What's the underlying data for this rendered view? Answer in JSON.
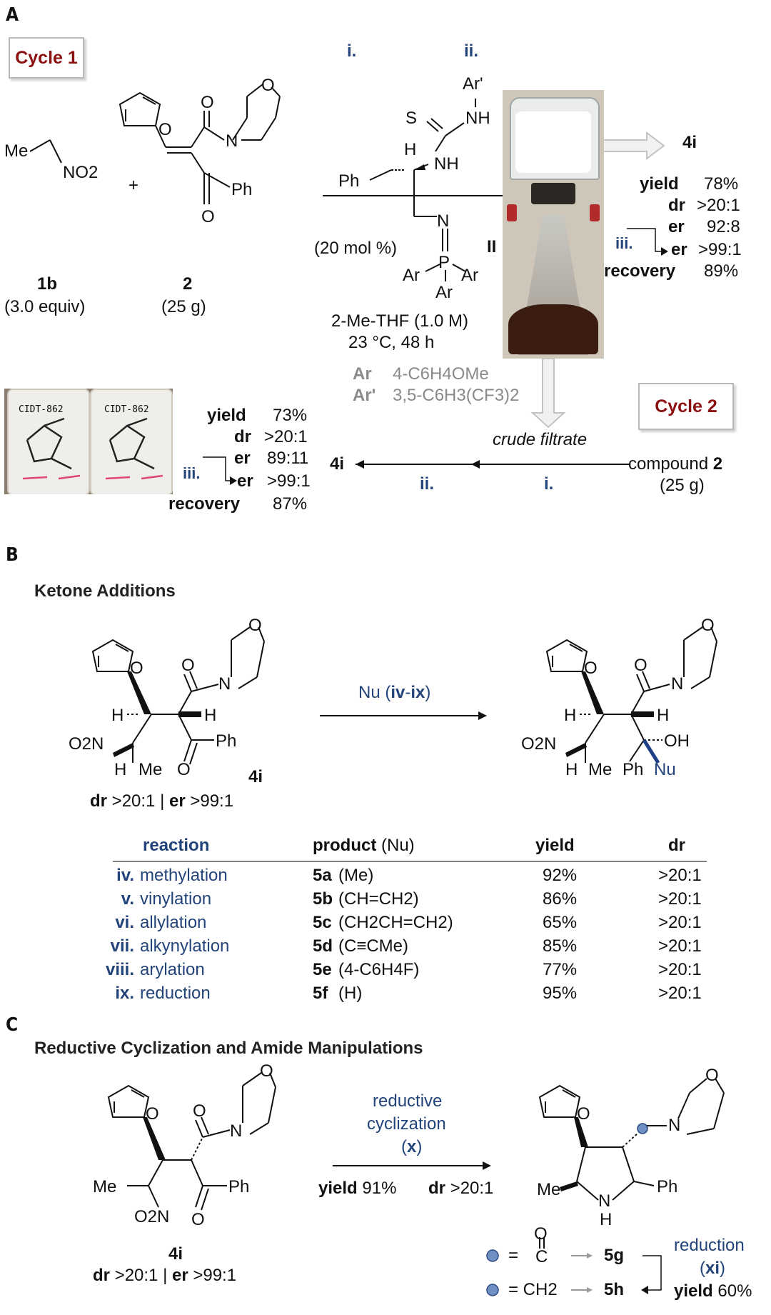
{
  "panels": {
    "a": "A",
    "b": "B",
    "c": "C"
  },
  "cycle1": {
    "label": "Cycle 1",
    "step_i": "i.",
    "step_ii": "ii.",
    "reagent_1b": {
      "me": "Me",
      "no2": "NO2",
      "id": "1b",
      "amount": "(3.0 equiv)"
    },
    "plus": "+",
    "reagent_2": {
      "id": "2",
      "amount": "(25 g)",
      "o_top": "O",
      "n": "N",
      "o_ring": "O",
      "o_bottom": "O",
      "ph": "Ph",
      "o_furan": "O"
    },
    "catalyst": {
      "loading": "(20 mol %)",
      "id": "II",
      "ph": "Ph",
      "h": "H",
      "nh1": "NH",
      "nh2": "NH",
      "s": "S",
      "ar_prime": "Ar'",
      "n": "N",
      "p": "P",
      "ar1": "Ar",
      "ar2": "Ar",
      "ar3": "Ar"
    },
    "conditions": {
      "solvent": "2-Me-THF (1.0 M)",
      "temp": "23 °C, 48 h"
    },
    "ar_def": {
      "ar": "Ar",
      "ar_value": "4-C6H4OMe",
      "arp": "Ar'",
      "arp_value": "3,5-C6H3(CF3)2"
    },
    "product": "4i",
    "results": [
      {
        "k": "yield",
        "v": "78%"
      },
      {
        "k": "dr",
        "v": ">20:1"
      },
      {
        "k": "er",
        "v": "92:8"
      },
      {
        "k": "er",
        "v": ">99:1"
      },
      {
        "k": "recovery",
        "v": "89%"
      }
    ],
    "step_iii": "iii."
  },
  "cycle2": {
    "label": "Cycle 2",
    "crude": "crude filtrate",
    "compound": "compound",
    "compound_id": "2",
    "amount": "(25 g)",
    "step_i": "i.",
    "step_ii": "ii.",
    "product": "4i",
    "step_iii": "iii.",
    "results": [
      {
        "k": "yield",
        "v": "73%"
      },
      {
        "k": "dr",
        "v": ">20:1"
      },
      {
        "k": "er",
        "v": "89:11"
      },
      {
        "k": "er",
        "v": ">99:1"
      },
      {
        "k": "recovery",
        "v": "87%"
      }
    ]
  },
  "photo_label": "Photo of funnel setup",
  "jar_text": "CIDT-862",
  "panel_b": {
    "title": "Ketone Additions",
    "arrow_label_prefix": "Nu (",
    "arrow_label_bold": "iv",
    "arrow_label_mid": "-",
    "arrow_label_bold2": "ix",
    "arrow_label_suffix": ")",
    "start": {
      "id": "4i",
      "dr_label": "dr",
      "dr": ">20:1",
      "sep": "|",
      "er_label": "er",
      "er": ">99:1",
      "h1": "H",
      "h2": "H",
      "h3": "H",
      "o2n": "O2N",
      "me": "Me",
      "o": "O",
      "ph": "Ph",
      "n": "N",
      "o_ring": "O",
      "o_fur": "O"
    },
    "product": {
      "h1": "H",
      "h2": "H",
      "h3": "H",
      "o2n": "O2N",
      "me": "Me",
      "ph": "Ph",
      "nu": "Nu",
      "oh": "OH",
      "n": "N",
      "o": "O",
      "o_ring": "O",
      "o_fur": "O"
    },
    "table": {
      "headers": {
        "reaction": "reaction",
        "product": "product",
        "product_suffix": "(Nu)",
        "yield": "yield",
        "dr": "dr"
      },
      "rows": [
        {
          "num": "iv.",
          "name": "methylation",
          "prod": "5a",
          "nu": "(Me)",
          "yield": "92%",
          "dr": ">20:1"
        },
        {
          "num": "v.",
          "name": "vinylation",
          "prod": "5b",
          "nu": "(CH=CH2)",
          "yield": "86%",
          "dr": ">20:1"
        },
        {
          "num": "vi.",
          "name": "allylation",
          "prod": "5c",
          "nu": "(CH2CH=CH2)",
          "yield": "65%",
          "dr": ">20:1"
        },
        {
          "num": "vii.",
          "name": "alkynylation",
          "prod": "5d",
          "nu": "(C≡CMe)",
          "yield": "85%",
          "dr": ">20:1"
        },
        {
          "num": "viii.",
          "name": "arylation",
          "prod": "5e",
          "nu": "(4-C6H4F)",
          "yield": "77%",
          "dr": ">20:1"
        },
        {
          "num": "ix.",
          "name": "reduction",
          "prod": "5f",
          "nu": "(H)",
          "yield": "95%",
          "dr": ">20:1"
        }
      ]
    }
  },
  "panel_c": {
    "title": "Reductive Cyclization and Amide Manipulations",
    "arrow_top1": "reductive",
    "arrow_top2": "cyclization",
    "arrow_top3_prefix": "(",
    "arrow_top3_bold": "x",
    "arrow_top3_suffix": ")",
    "yield_label": "yield",
    "yield": "91%",
    "dr_label": "dr",
    "dr": ">20:1",
    "start": {
      "id": "4i",
      "dr_label": "dr",
      "dr": ">20:1",
      "sep": "|",
      "er_label": "er",
      "er": ">99:1",
      "me": "Me",
      "o2n": "O2N",
      "o": "O",
      "ph": "Ph",
      "n": "N",
      "o_ring": "O",
      "o_fur": "O"
    },
    "product": {
      "me": "Me",
      "nh": "N",
      "h": "H",
      "ph": "Ph",
      "n": "N",
      "o_ring": "O",
      "o_fur": "O"
    },
    "legend": [
      {
        "eq": "=",
        "group_top": "O",
        "group": "C",
        "product": "5g"
      },
      {
        "eq": "= CH2",
        "product": "5h"
      }
    ],
    "reduction": {
      "label": "reduction",
      "num_prefix": "(",
      "num": "xi",
      "num_suffix": ")",
      "yield_label": "yield",
      "yield": "60%"
    }
  }
}
